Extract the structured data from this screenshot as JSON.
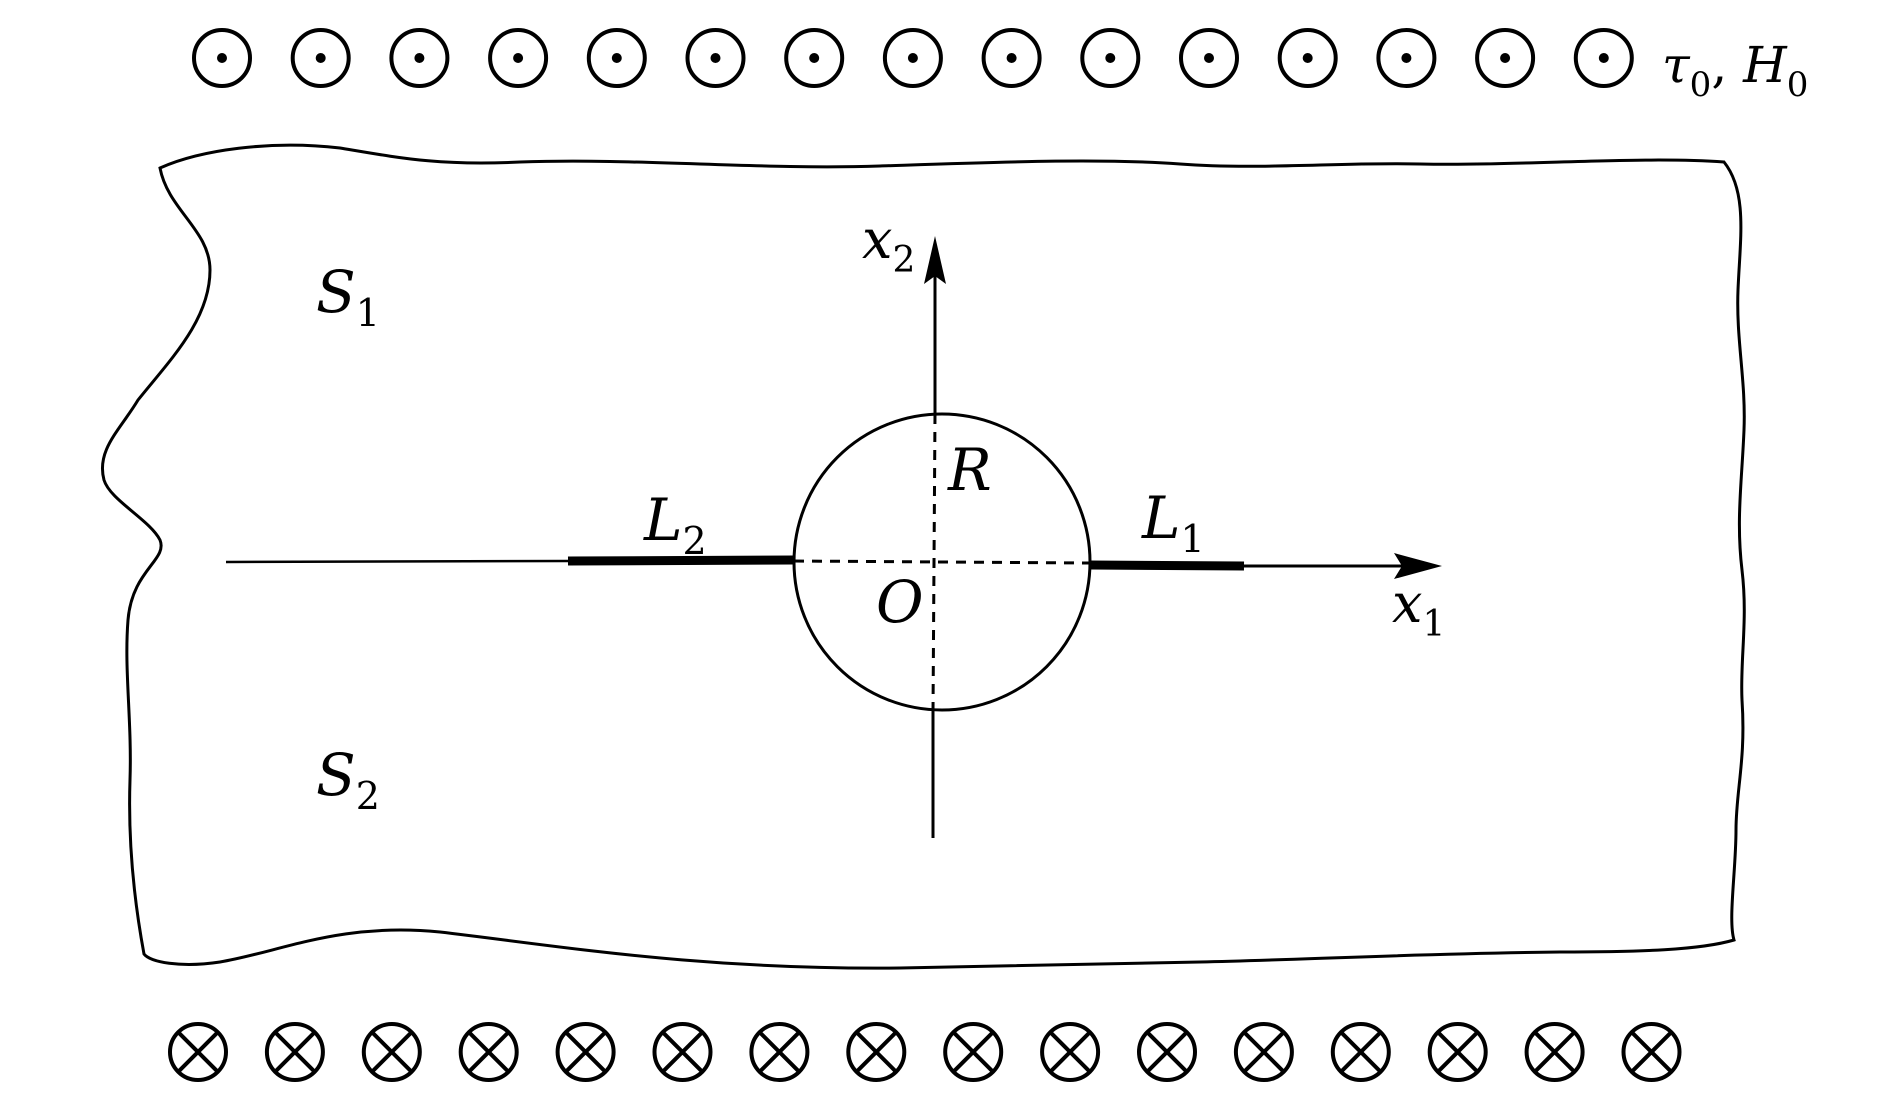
{
  "labels": {
    "field_main": "τ",
    "field_sub": "0",
    "field_sep": ", ",
    "field_h": "H",
    "field_h_sub": "0",
    "region_upper": "S",
    "region_upper_sub": "1",
    "region_lower": "S",
    "region_lower_sub": "2",
    "axis_x2": "x",
    "axis_x2_sub": "2",
    "axis_x1": "x",
    "axis_x1_sub": "1",
    "radius": "R",
    "origin": "O",
    "crack_right": "L",
    "crack_right_sub": "1",
    "crack_left": "L",
    "crack_left_sub": "2"
  },
  "symbols": {
    "top_row": {
      "type": "dot-in-circle",
      "count": 15
    },
    "bottom_row": {
      "type": "cross-in-circle",
      "count": 16
    }
  },
  "colors": {
    "stroke": "#000000",
    "background": "#ffffff"
  }
}
